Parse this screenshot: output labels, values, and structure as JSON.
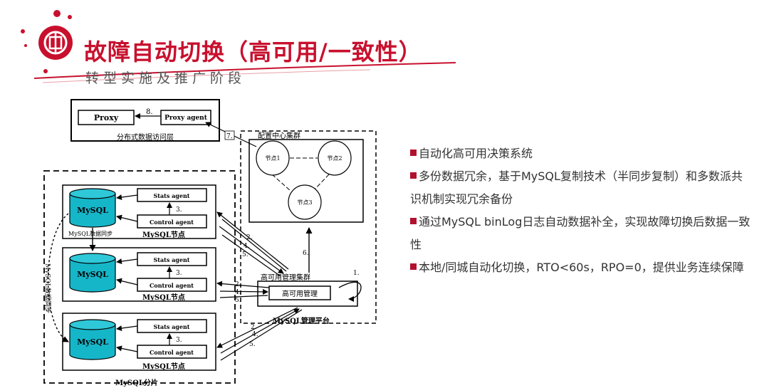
{
  "header": {
    "title": "故障自动切换（高可用/一致性）",
    "subtitle": "转型实施及推广阶段",
    "accent": "#c8102e"
  },
  "diagram": {
    "proxy": "Proxy",
    "proxy_agent": "Proxy agent",
    "access_layer": "分布式数据访问层",
    "config_cluster": "配置中心集群",
    "node1": "节点1",
    "node2": "节点2",
    "node3": "节点3",
    "ha_cluster": "高可用管理集群",
    "ha_manage": "高可用管理",
    "mgmt_platform": "MySQL管理平台",
    "mysql": "MySQL",
    "stats_agent": "Stats agent",
    "control_agent": "Control agent",
    "mysql_node": "MySQL节点",
    "mysql_sync": "MySQL数据同步",
    "mysql_shard": "MySQL分片",
    "steps": [
      "1.",
      "2.",
      "3.",
      "4.",
      "5.",
      "6.",
      "7.",
      "8."
    ]
  },
  "bullets": [
    "自动化高可用决策系统",
    "多份数据冗余，基于MySQL复制技术（半同步复制）和多数派共识机制实现冗余备份",
    "通过MySQL binLog日志自动数据补全，实现故障切换后数据一致性",
    "本地/同城自动化切换，RTO<60s，RPO=0，提供业务连续保障"
  ]
}
